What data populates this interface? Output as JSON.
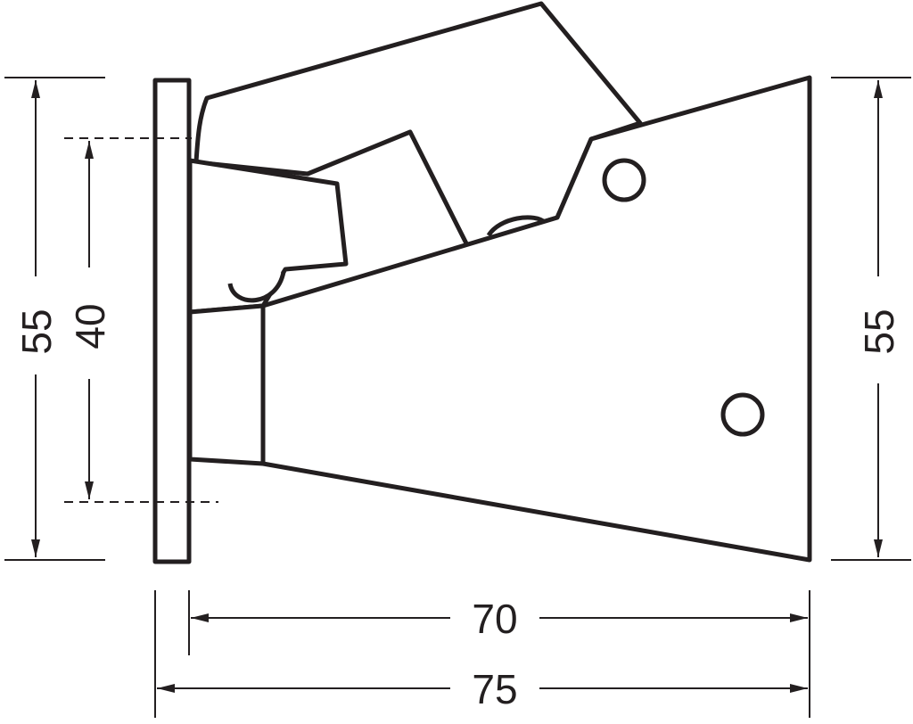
{
  "drawing": {
    "line_color": "#231f20",
    "background": "#ffffff",
    "dimensions": {
      "left_total_height": "55",
      "inner_height": "40",
      "right_height": "55",
      "inner_width": "70",
      "total_width": "75"
    },
    "parts": [
      "wall-plate",
      "hinge-block",
      "upper-clamp-arm",
      "lower-clamp-plate",
      "pivot-cylinder",
      "mounting-hole-top",
      "mounting-hole-bottom"
    ]
  }
}
